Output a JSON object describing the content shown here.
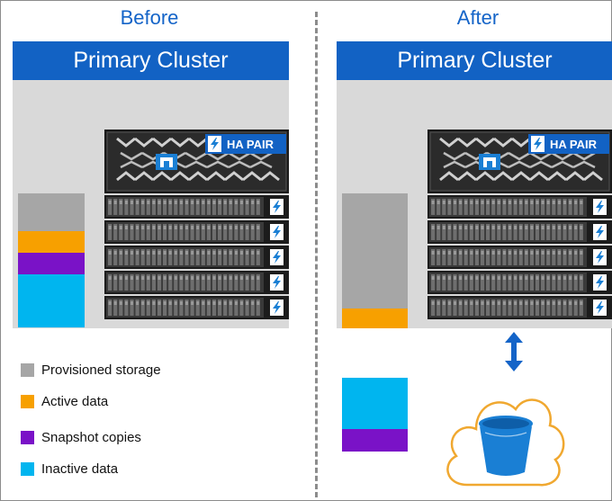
{
  "before": {
    "heading": "Before",
    "banner": "Primary Cluster",
    "stack": [
      {
        "name": "provisioned",
        "color": "#a6a6a6",
        "portion": 0.282
      },
      {
        "name": "active",
        "color": "#f7a000",
        "portion": 0.161
      },
      {
        "name": "snapshot",
        "color": "#7a12c7",
        "portion": 0.161
      },
      {
        "name": "inactive",
        "color": "#00b5ef",
        "portion": 0.396
      }
    ]
  },
  "after": {
    "heading": "After",
    "banner": "Primary Cluster",
    "stack": [
      {
        "name": "provisioned",
        "color": "#a6a6a6",
        "portion": 0.853
      },
      {
        "name": "active",
        "color": "#f7a000",
        "portion": 0.147
      }
    ],
    "tiered_stack": [
      {
        "name": "inactive",
        "color": "#00b5ef",
        "portion": 0.696
      },
      {
        "name": "snapshot",
        "color": "#7a12c7",
        "portion": 0.304
      }
    ]
  },
  "storage_badge": "HA PAIR",
  "legend": [
    {
      "label": "Provisioned storage",
      "color": "#a6a6a6"
    },
    {
      "label": "Active data",
      "color": "#f7a000"
    },
    {
      "label": "Snapshot copies",
      "color": "#7a12c7"
    },
    {
      "label": "Inactive data",
      "color": "#00b5ef"
    }
  ],
  "colors": {
    "accent": "#1262c4",
    "cloud_outline": "#f0a830",
    "bucket": "#1a7fd4",
    "arrow": "#1464c8"
  },
  "icons": [
    "lightning-icon",
    "netapp-logo-icon",
    "double-arrow-icon",
    "cloud-icon",
    "bucket-icon"
  ]
}
